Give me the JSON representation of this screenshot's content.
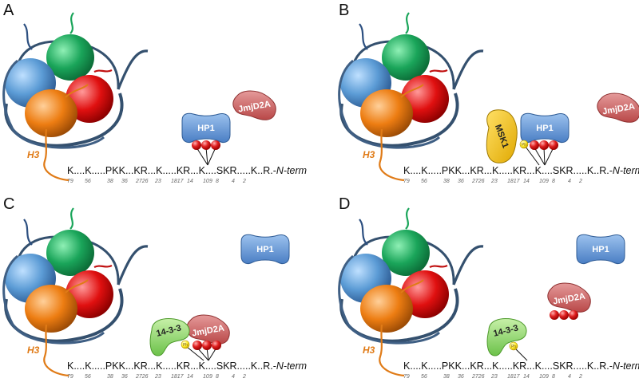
{
  "panels": [
    {
      "letter": "A",
      "h3_label": "H3",
      "sequence": "K....K.....PKK...KR...K.....KR...K....SKR.....K..R.-",
      "n_term": "N-term",
      "positions": [
        "79",
        "56",
        "38",
        "36",
        "2726",
        "23",
        "1817",
        "14",
        "10",
        "9",
        "8",
        "4",
        "2"
      ],
      "proteins": {
        "hp1": "HP1",
        "jmjd2a": "JmjD2A"
      }
    },
    {
      "letter": "B",
      "h3_label": "H3",
      "sequence": "K....K.....PKK...KR...K.....KR...K....SKR.....K..R.-",
      "n_term": "N-term",
      "positions": [
        "79",
        "56",
        "38",
        "36",
        "2726",
        "23",
        "1817",
        "14",
        "10",
        "9",
        "8",
        "4",
        "2"
      ],
      "proteins": {
        "hp1": "HP1",
        "jmjd2a": "JmjD2A",
        "msk1": "MSK1",
        "ph": "Ph"
      }
    },
    {
      "letter": "C",
      "h3_label": "H3",
      "sequence": "K....K.....PKK...KR...K.....KR...K....SKR.....K..R.-",
      "n_term": "N-term",
      "positions": [
        "79",
        "56",
        "38",
        "36",
        "2726",
        "23",
        "1817",
        "14",
        "10",
        "9",
        "8",
        "4",
        "2"
      ],
      "proteins": {
        "hp1": "HP1",
        "jmjd2a": "JmjD2A",
        "p1433": "14-3-3",
        "ph": "Ph"
      }
    },
    {
      "letter": "D",
      "h3_label": "H3",
      "sequence": "K....K.....PKK...KR...K.....KR...K....SKR.....K..R.-",
      "n_term": "N-term",
      "positions": [
        "79",
        "56",
        "38",
        "36",
        "2726",
        "23",
        "1817",
        "14",
        "10",
        "9",
        "8",
        "4",
        "2"
      ],
      "proteins": {
        "hp1": "HP1",
        "jmjd2a": "JmjD2A",
        "p1433": "14-3-3",
        "ph": "Ph"
      }
    }
  ],
  "colors": {
    "histone_light_blue": "#5b9bd5",
    "histone_green": "#1aa55a",
    "histone_red": "#e01010",
    "histone_orange": "#ed7d12",
    "dna": "#34506e",
    "hp1": "#5b8fd0",
    "jmjd2a": "#c95b5b",
    "msk1": "#f2c200",
    "p1433": "#8fd56a",
    "methyl": "#e02020",
    "phospho": "#ffee33"
  }
}
